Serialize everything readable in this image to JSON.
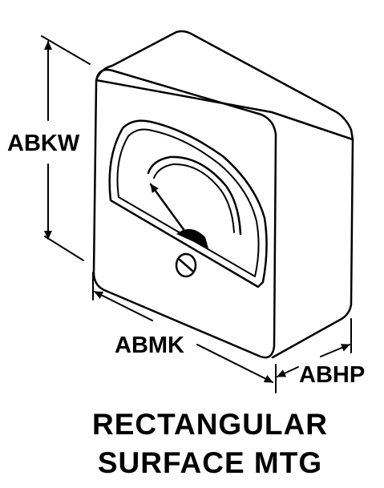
{
  "dimensions": {
    "height_label": "ABKW",
    "width_label": "ABMK",
    "depth_label": "ABHP"
  },
  "caption": {
    "line1": "RECTANGULAR",
    "line2": "SURFACE MTG"
  },
  "colors": {
    "ink": "#000000",
    "background": "#ffffff"
  }
}
